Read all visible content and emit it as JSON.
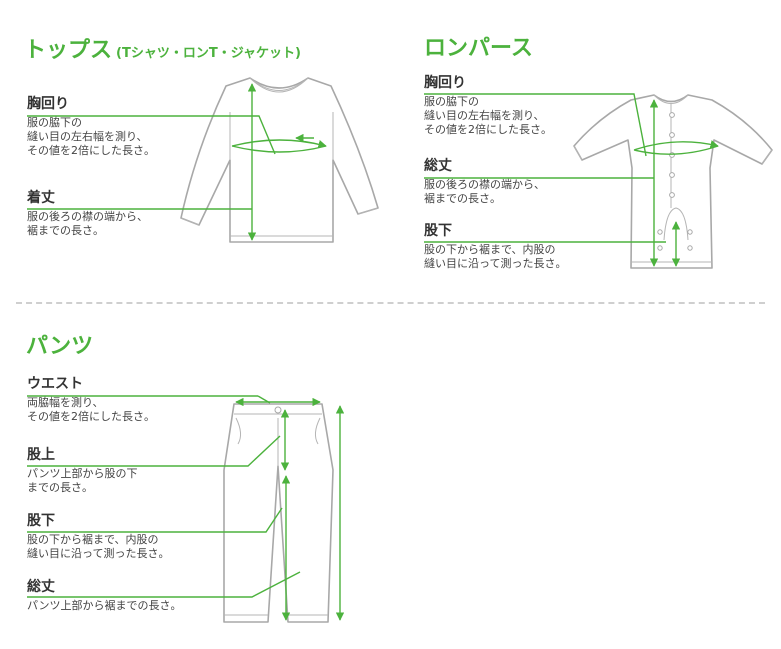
{
  "tops": {
    "title": "トップス",
    "subtitle": "(Tシャツ・ロンT・ジャケット)",
    "items": [
      {
        "label": "胸回り",
        "desc": "服の脇下の\n縫い目の左右幅を測り、\nその値を2倍にした長さ。"
      },
      {
        "label": "着丈",
        "desc": "服の後ろの襟の端から、\n裾までの長さ。"
      }
    ]
  },
  "romper": {
    "title": "ロンパース",
    "items": [
      {
        "label": "胸回り",
        "desc": "服の脇下の\n縫い目の左右幅を測り、\nその値を2倍にした長さ。"
      },
      {
        "label": "総丈",
        "desc": "服の後ろの襟の端から、\n裾までの長さ。"
      },
      {
        "label": "股下",
        "desc": "股の下から裾まで、内股の\n縫い目に沿って測った長さ。"
      }
    ]
  },
  "pants": {
    "title": "パンツ",
    "items": [
      {
        "label": "ウエスト",
        "desc": "両脇幅を測り、\nその値を2倍にした長さ。"
      },
      {
        "label": "股上",
        "desc": "パンツ上部から股の下\nまでの長さ。"
      },
      {
        "label": "股下",
        "desc": "股の下から裾まで、内股の\n縫い目に沿って測った長さ。"
      },
      {
        "label": "総丈",
        "desc": "パンツ上部から裾までの長さ。"
      }
    ]
  },
  "colors": {
    "accent": "#4cb23d",
    "garment_outline": "#a8a8a8",
    "divider": "#cfcfcf"
  }
}
